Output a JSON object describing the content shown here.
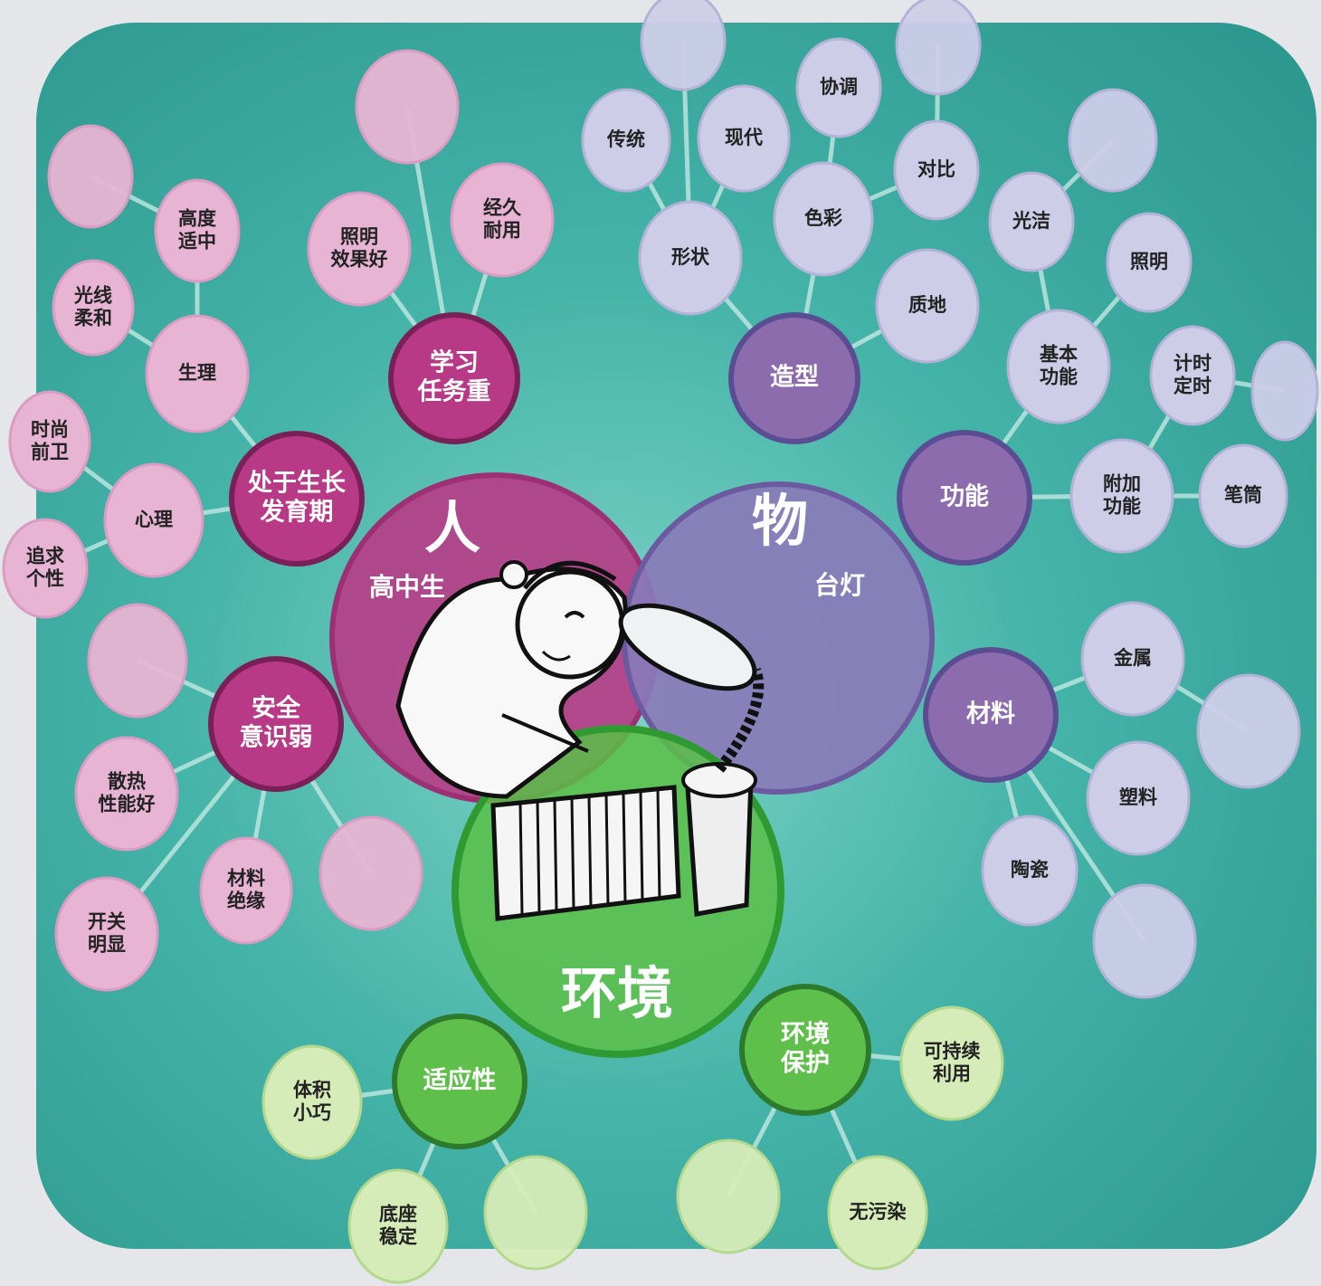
{
  "diagram": {
    "main_circles": {
      "person": {
        "title": "人",
        "subtitle": "高中生",
        "color": "#b63d88"
      },
      "object": {
        "title": "物",
        "subtitle": "台灯",
        "color": "#8a7bb8"
      },
      "environment": {
        "title": "环境",
        "color": "#5bbf46"
      }
    },
    "category_nodes": [
      {
        "id": "study",
        "lines": [
          "学习",
          "任务重"
        ],
        "group": "person"
      },
      {
        "id": "growing",
        "lines": [
          "处于生长",
          "发育期"
        ],
        "group": "person"
      },
      {
        "id": "safety",
        "lines": [
          "安全",
          "意识弱"
        ],
        "group": "person"
      },
      {
        "id": "shape",
        "lines": [
          "造型"
        ],
        "group": "object"
      },
      {
        "id": "function",
        "lines": [
          "功能"
        ],
        "group": "object"
      },
      {
        "id": "material",
        "lines": [
          "材料"
        ],
        "group": "object"
      },
      {
        "id": "adapt",
        "lines": [
          "适应性"
        ],
        "group": "environment"
      },
      {
        "id": "protect",
        "lines": [
          "环境",
          "保护"
        ],
        "group": "environment"
      }
    ],
    "leaf_nodes": [
      {
        "id": "height",
        "lines": [
          "高度",
          "适中"
        ],
        "group": "person"
      },
      {
        "id": "soft-light",
        "lines": [
          "光线",
          "柔和"
        ],
        "group": "person"
      },
      {
        "id": "physiology",
        "lines": [
          "生理"
        ],
        "group": "person"
      },
      {
        "id": "lighting-good",
        "lines": [
          "照明",
          "效果好"
        ],
        "group": "person"
      },
      {
        "id": "durable",
        "lines": [
          "经久",
          "耐用"
        ],
        "group": "person"
      },
      {
        "id": "fashion",
        "lines": [
          "时尚",
          "前卫"
        ],
        "group": "person"
      },
      {
        "id": "psychology",
        "lines": [
          "心理"
        ],
        "group": "person"
      },
      {
        "id": "personality",
        "lines": [
          "追求",
          "个性"
        ],
        "group": "person"
      },
      {
        "id": "heat",
        "lines": [
          "散热",
          "性能好"
        ],
        "group": "person"
      },
      {
        "id": "insulation",
        "lines": [
          "材料",
          "绝缘"
        ],
        "group": "person"
      },
      {
        "id": "switch",
        "lines": [
          "开关",
          "明显"
        ],
        "group": "person"
      },
      {
        "id": "traditional",
        "lines": [
          "传统"
        ],
        "group": "object"
      },
      {
        "id": "modern",
        "lines": [
          "现代"
        ],
        "group": "object"
      },
      {
        "id": "harmony",
        "lines": [
          "协调"
        ],
        "group": "object"
      },
      {
        "id": "contrast",
        "lines": [
          "对比"
        ],
        "group": "object"
      },
      {
        "id": "color",
        "lines": [
          "色彩"
        ],
        "group": "object"
      },
      {
        "id": "form",
        "lines": [
          "形状"
        ],
        "group": "object"
      },
      {
        "id": "glossy",
        "lines": [
          "光洁"
        ],
        "group": "object"
      },
      {
        "id": "texture",
        "lines": [
          "质地"
        ],
        "group": "object"
      },
      {
        "id": "illumination",
        "lines": [
          "照明"
        ],
        "group": "object"
      },
      {
        "id": "basic",
        "lines": [
          "基本",
          "功能"
        ],
        "group": "object"
      },
      {
        "id": "timer",
        "lines": [
          "计时",
          "定时"
        ],
        "group": "object"
      },
      {
        "id": "extra",
        "lines": [
          "附加",
          "功能"
        ],
        "group": "object"
      },
      {
        "id": "pen-holder",
        "lines": [
          "笔筒"
        ],
        "group": "object"
      },
      {
        "id": "metal",
        "lines": [
          "金属"
        ],
        "group": "object"
      },
      {
        "id": "plastic",
        "lines": [
          "塑料"
        ],
        "group": "object"
      },
      {
        "id": "ceramic",
        "lines": [
          "陶瓷"
        ],
        "group": "object"
      },
      {
        "id": "compact",
        "lines": [
          "体积",
          "小巧"
        ],
        "group": "environment"
      },
      {
        "id": "stable-base",
        "lines": [
          "底座",
          "稳定"
        ],
        "group": "environment"
      },
      {
        "id": "sustainable",
        "lines": [
          "可持续",
          "利用"
        ],
        "group": "environment"
      },
      {
        "id": "no-pollution",
        "lines": [
          "无污染"
        ],
        "group": "environment"
      }
    ],
    "palette": {
      "person_node": "#b83a86",
      "person_leaf": "#e7b4d3",
      "object_node": "#8c6cad",
      "object_leaf": "#cdcde8",
      "env_node": "#5ec04a",
      "env_leaf": "#d6ecb8"
    }
  }
}
